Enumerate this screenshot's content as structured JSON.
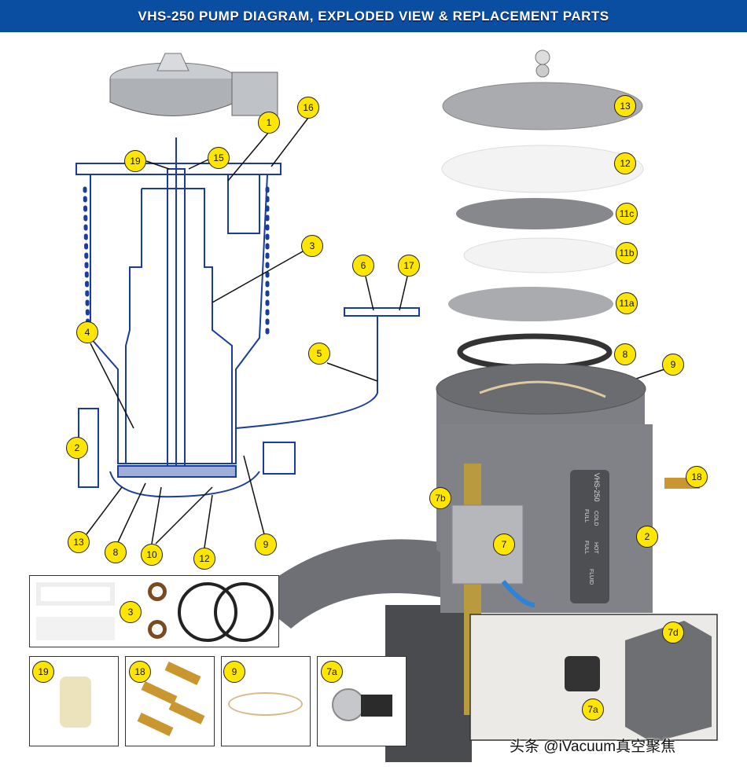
{
  "header": {
    "title": "VHS-250 PUMP DIAGRAM, EXPLODED VIEW & REPLACEMENT PARTS"
  },
  "callouts": [
    "13",
    "12",
    "11c",
    "11b",
    "11a",
    "8",
    "9",
    "18",
    "2",
    "7b",
    "7",
    "7a",
    "7d",
    "1",
    "16",
    "19",
    "15",
    "3",
    "6",
    "17",
    "4",
    "5",
    "2",
    "13",
    "8",
    "10",
    "12",
    "9",
    "3",
    "19",
    "18",
    "9",
    "7a"
  ],
  "pump_label": "VHS-250",
  "gauge_labels": [
    "FULL",
    "COLD",
    "FULL",
    "HOT",
    "FLUID"
  ],
  "watermark": "头条 @iVacuum真空聚焦",
  "colors": {
    "header": "#0a4ea2",
    "callout": "#ffe600",
    "blueprint": "#1a3c9c",
    "pump": "#7d7f84"
  }
}
